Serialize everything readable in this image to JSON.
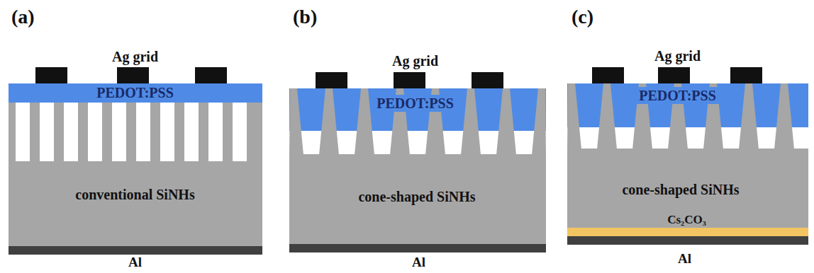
{
  "diagram": {
    "nodes": [
      {
        "text": [
          "PEDOT:PSS"
        ]
      },
      {
        "text": [
          "conventional SiNHs"
        ]
      },
      {
        "text": [
          "PEDOT:PSS"
        ]
      },
      {
        "text": [
          "cone-shaped SiNHs"
        ]
      },
      {
        "text": [
          "PEDOT:PSS"
        ]
      },
      {
        "text": [
          "cone-shaped SiNHs"
        ]
      },
      {
        "text": [
          "Cs₂CO₃"
        ]
      }
    ],
    "labels": [
      "(a)",
      "Ag grid",
      "Al",
      "(b)",
      "Ag grid",
      "Al",
      "(c)",
      "Ag grid",
      "Al"
    ]
  }
}
